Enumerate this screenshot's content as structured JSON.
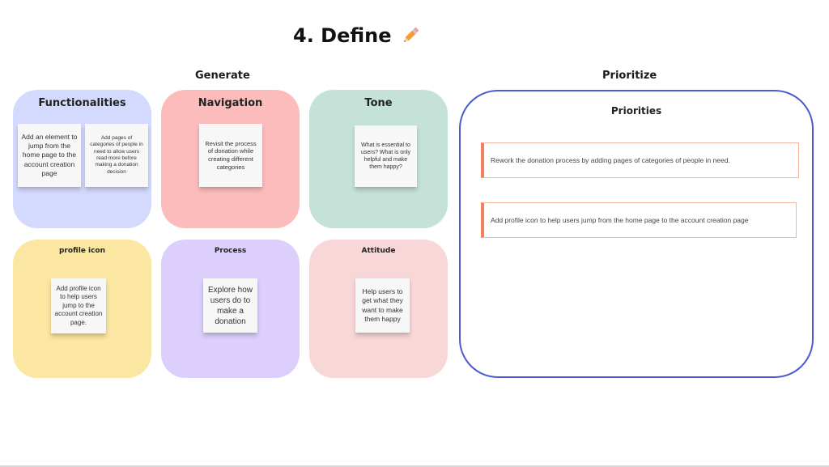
{
  "page": {
    "title": "4. Define"
  },
  "sections": {
    "generate": "Generate",
    "prioritize": "Prioritize"
  },
  "cards": [
    {
      "title": "Functionalities",
      "color": "#d4dafd",
      "notes": [
        "Add an element to jump  from the home page to the account creation page",
        "Add pages of categories of people in need to allow users read more before making a donation decision"
      ]
    },
    {
      "title": "Navigation",
      "color": "#fdbcbc",
      "notes": [
        "Revisit the process of donation while creating different categories"
      ]
    },
    {
      "title": "Tone",
      "color": "#c4e2d8",
      "notes": [
        "What is essential to users? What is only helpful and make them happy?"
      ]
    },
    {
      "title": "profile icon",
      "color": "#fbe6a2",
      "notes": [
        "Add profile icon to help users jump to the account creation page."
      ]
    },
    {
      "title": "Process",
      "color": "#dccffc",
      "notes": [
        "Explore how users do to make a donation"
      ]
    },
    {
      "title": "Attitude",
      "color": "#f8d7d8",
      "notes": [
        "Help users to get what they want to make them happy"
      ]
    }
  ],
  "priorities": {
    "title": "Priorities",
    "border_color": "#4a5bd0",
    "items": [
      "Rework the donation process by adding pages of categories  of people in need.",
      "Add profile icon to help users jump from the home page to the account creation page"
    ]
  }
}
